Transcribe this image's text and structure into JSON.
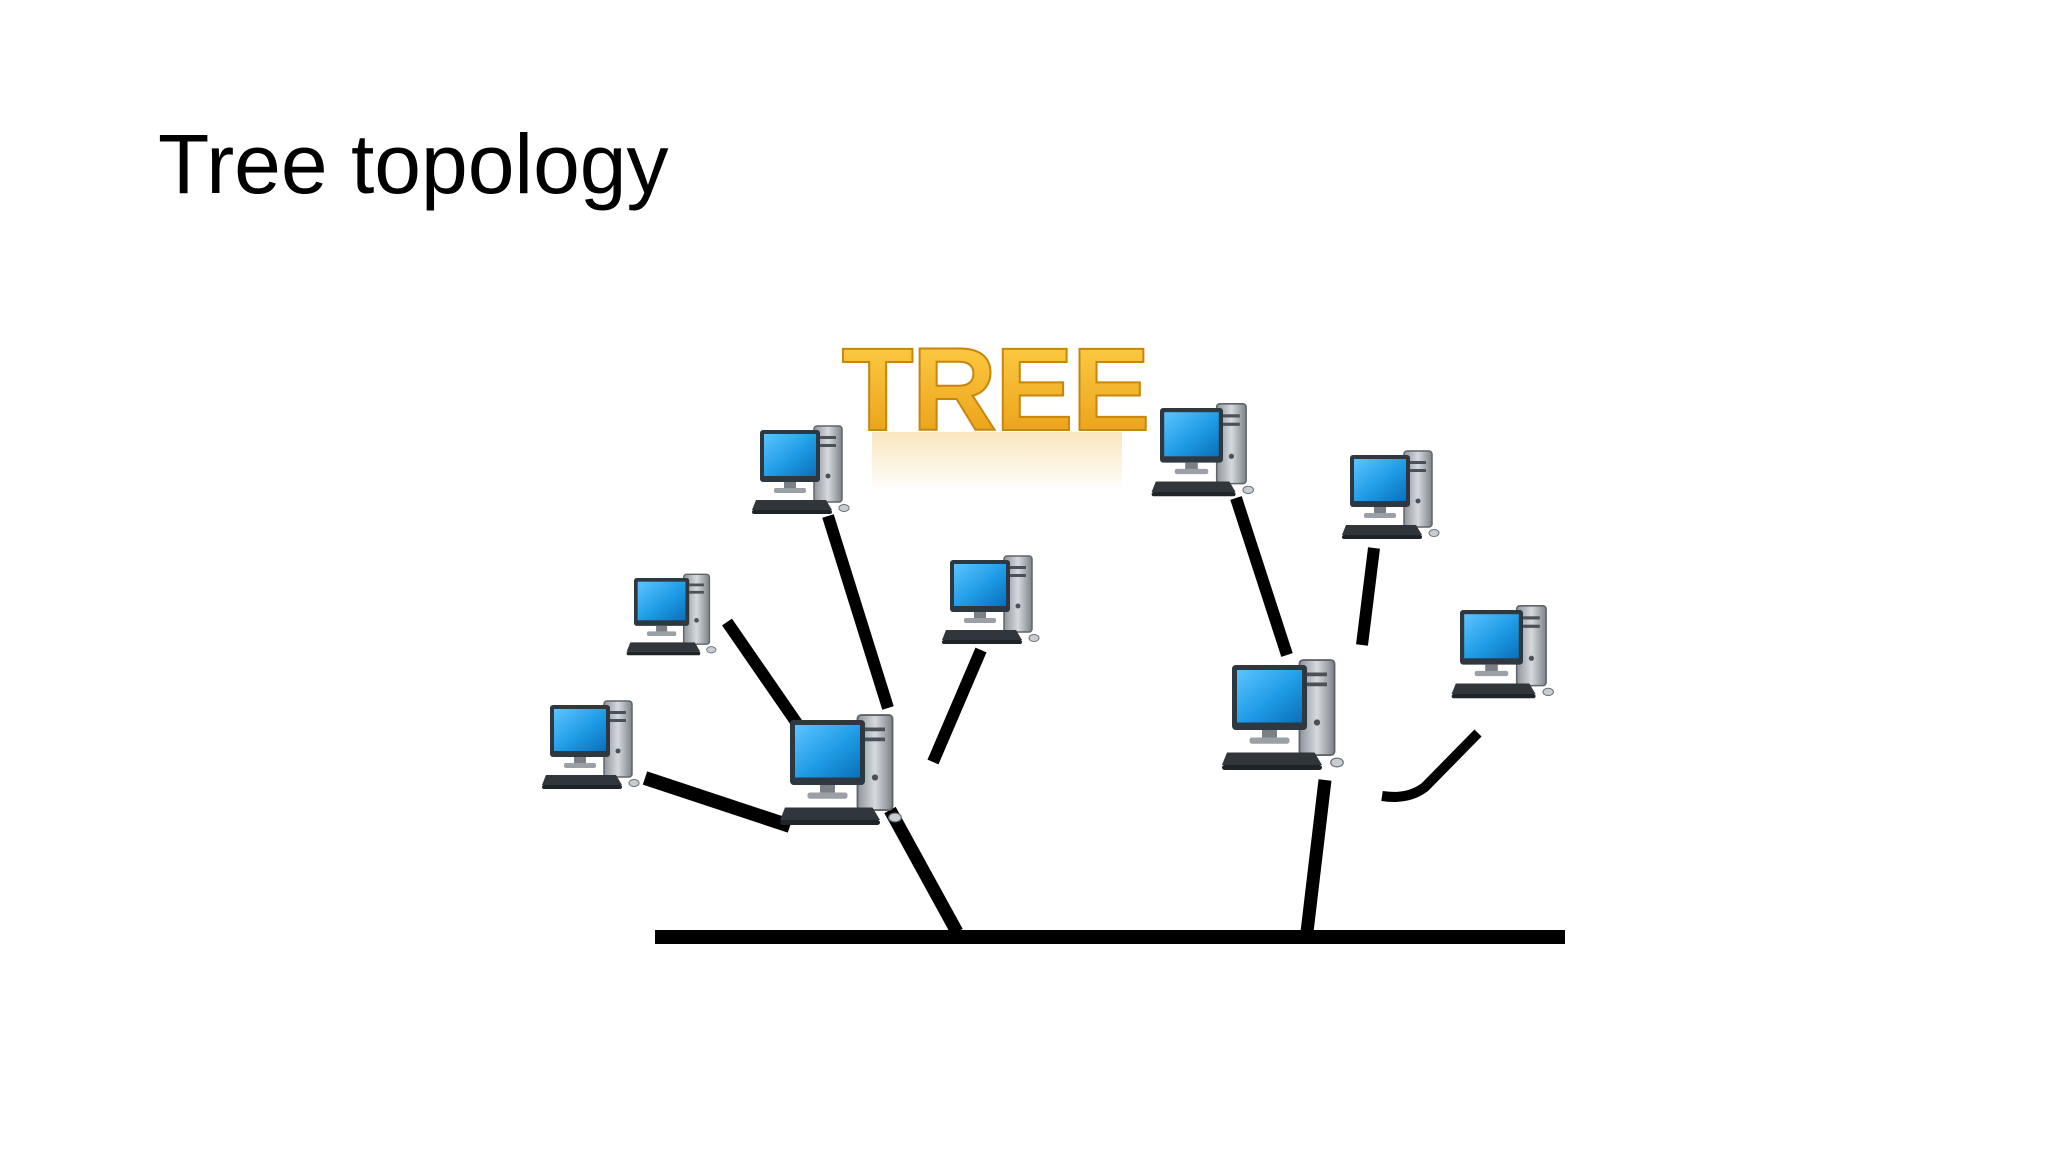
{
  "slide": {
    "title": "Tree topology"
  },
  "diagram": {
    "type": "tree-topology",
    "label": "TREE",
    "colors": {
      "label_fill": "#F2B21E",
      "label_stroke": "#C8860C",
      "cable": "#000000",
      "screen": "#1E9BE6",
      "screen_frame": "#3A4650",
      "case": "#B9BEC4",
      "keyboard": "#2F3438"
    },
    "icons": {
      "computer": "desktop-computer-icon"
    },
    "nodes": [
      {
        "id": "hub-left",
        "role": "hub"
      },
      {
        "id": "hub-right",
        "role": "hub"
      },
      {
        "id": "pc-l1",
        "role": "leaf",
        "parent": "hub-left"
      },
      {
        "id": "pc-l2",
        "role": "leaf",
        "parent": "hub-left"
      },
      {
        "id": "pc-l3",
        "role": "leaf",
        "parent": "hub-left"
      },
      {
        "id": "pc-l4",
        "role": "leaf",
        "parent": "hub-left"
      },
      {
        "id": "pc-r1",
        "role": "leaf",
        "parent": "hub-right"
      },
      {
        "id": "pc-r2",
        "role": "leaf",
        "parent": "hub-right"
      },
      {
        "id": "pc-r3",
        "role": "leaf",
        "parent": "hub-right"
      }
    ]
  }
}
